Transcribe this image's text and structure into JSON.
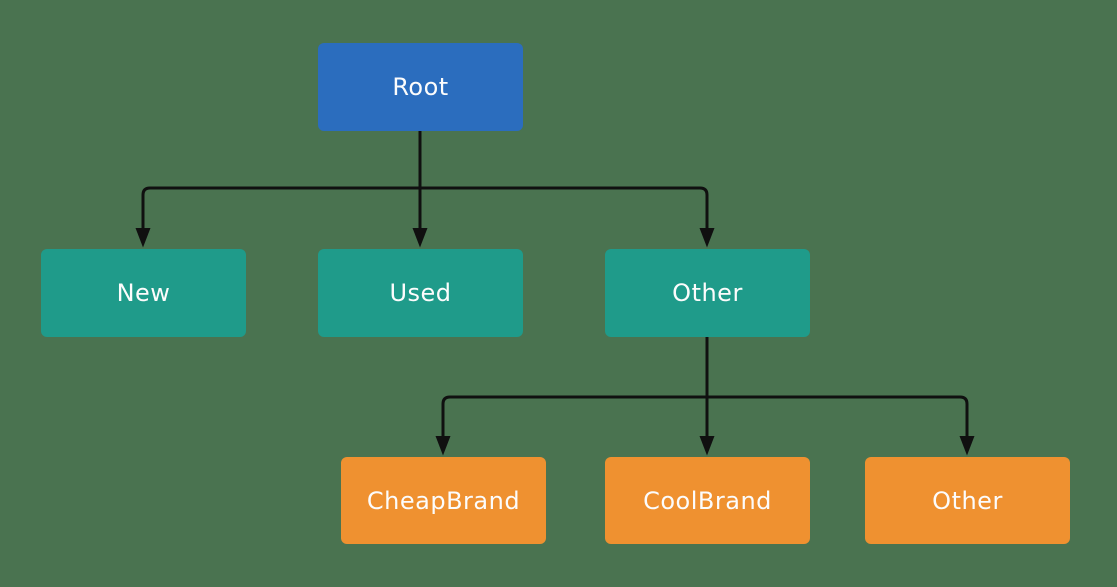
{
  "diagram": {
    "type": "tree",
    "nodes": [
      {
        "id": "root",
        "label": "Root",
        "level": 0
      },
      {
        "id": "new",
        "label": "New",
        "level": 1
      },
      {
        "id": "used",
        "label": "Used",
        "level": 1
      },
      {
        "id": "other",
        "label": "Other",
        "level": 1
      },
      {
        "id": "cheapbrand",
        "label": "CheapBrand",
        "level": 2
      },
      {
        "id": "coolbrand",
        "label": "CoolBrand",
        "level": 2
      },
      {
        "id": "other2",
        "label": "Other",
        "level": 2
      }
    ],
    "edges": [
      {
        "from": "Root",
        "to": "New"
      },
      {
        "from": "Root",
        "to": "Used"
      },
      {
        "from": "Root",
        "to": "Other"
      },
      {
        "from": "Other",
        "to": "CheapBrand"
      },
      {
        "from": "Other",
        "to": "CoolBrand"
      },
      {
        "from": "Other",
        "to": "Other"
      }
    ]
  },
  "colors": {
    "background": "#4a7350",
    "root_node": "#2b6dbe",
    "level1_node": "#1f9b8a",
    "level2_node": "#ef9130",
    "edge": "#101010",
    "node_text": "#fcfcfc"
  }
}
